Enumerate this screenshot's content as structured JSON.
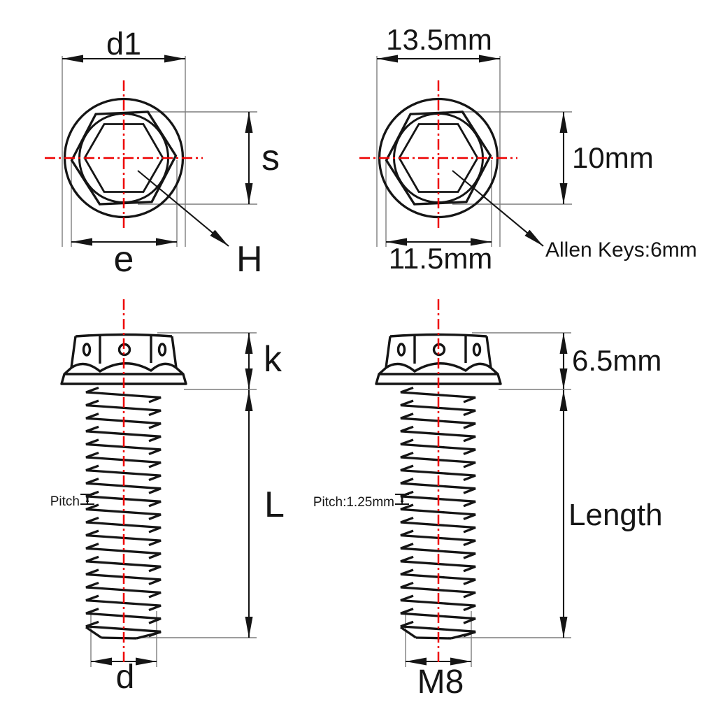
{
  "colors": {
    "line": "#151515",
    "extension_line": "#7d7d7d",
    "centerline": "#ee0000",
    "background": "#ffffff"
  },
  "views": {
    "top_left": {
      "flange_diameter": "d1",
      "across_flats": "s",
      "across_corners": "e",
      "socket": "H"
    },
    "top_right": {
      "flange_diameter": "13.5mm",
      "across_flats": "10mm",
      "across_corners": "11.5mm",
      "socket": "Allen Keys:6mm"
    },
    "bottom_left": {
      "head_height": "k",
      "shaft_length": "L",
      "pitch": "Pitch",
      "thread_diameter": "d"
    },
    "bottom_right": {
      "head_height": "6.5mm",
      "shaft_length": "Length",
      "pitch": "Pitch:1.25mm",
      "thread_diameter": "M8"
    }
  }
}
